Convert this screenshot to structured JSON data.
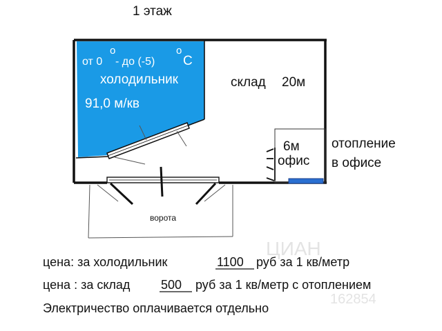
{
  "title": "1 этаж",
  "fridge": {
    "temp_from": "от 0",
    "deg1": "о",
    "temp_to": "- до (-5)",
    "deg2": "о",
    "temp_unit": "С",
    "name": "холодильник",
    "area": "91,0 м/кв",
    "color": "#1a9ae6"
  },
  "warehouse": {
    "name": "склад",
    "area": "20м"
  },
  "office": {
    "area": "6м",
    "name": "офис"
  },
  "heating": {
    "line1": "отопление",
    "line2": "в офисе",
    "color": "#2a6fd1"
  },
  "gate": {
    "label": "ворота"
  },
  "price1": {
    "prefix": "цена: за  холодильник",
    "amount": "1100",
    "suffix": "руб  за 1 кв/метр"
  },
  "price2": {
    "prefix": "цена : за склад",
    "amount": "500",
    "suffix": "руб за 1 кв/метр с отоплением"
  },
  "note": "Электричество оплачивается отдельно",
  "watermark": "ЦИАН 162854"
}
